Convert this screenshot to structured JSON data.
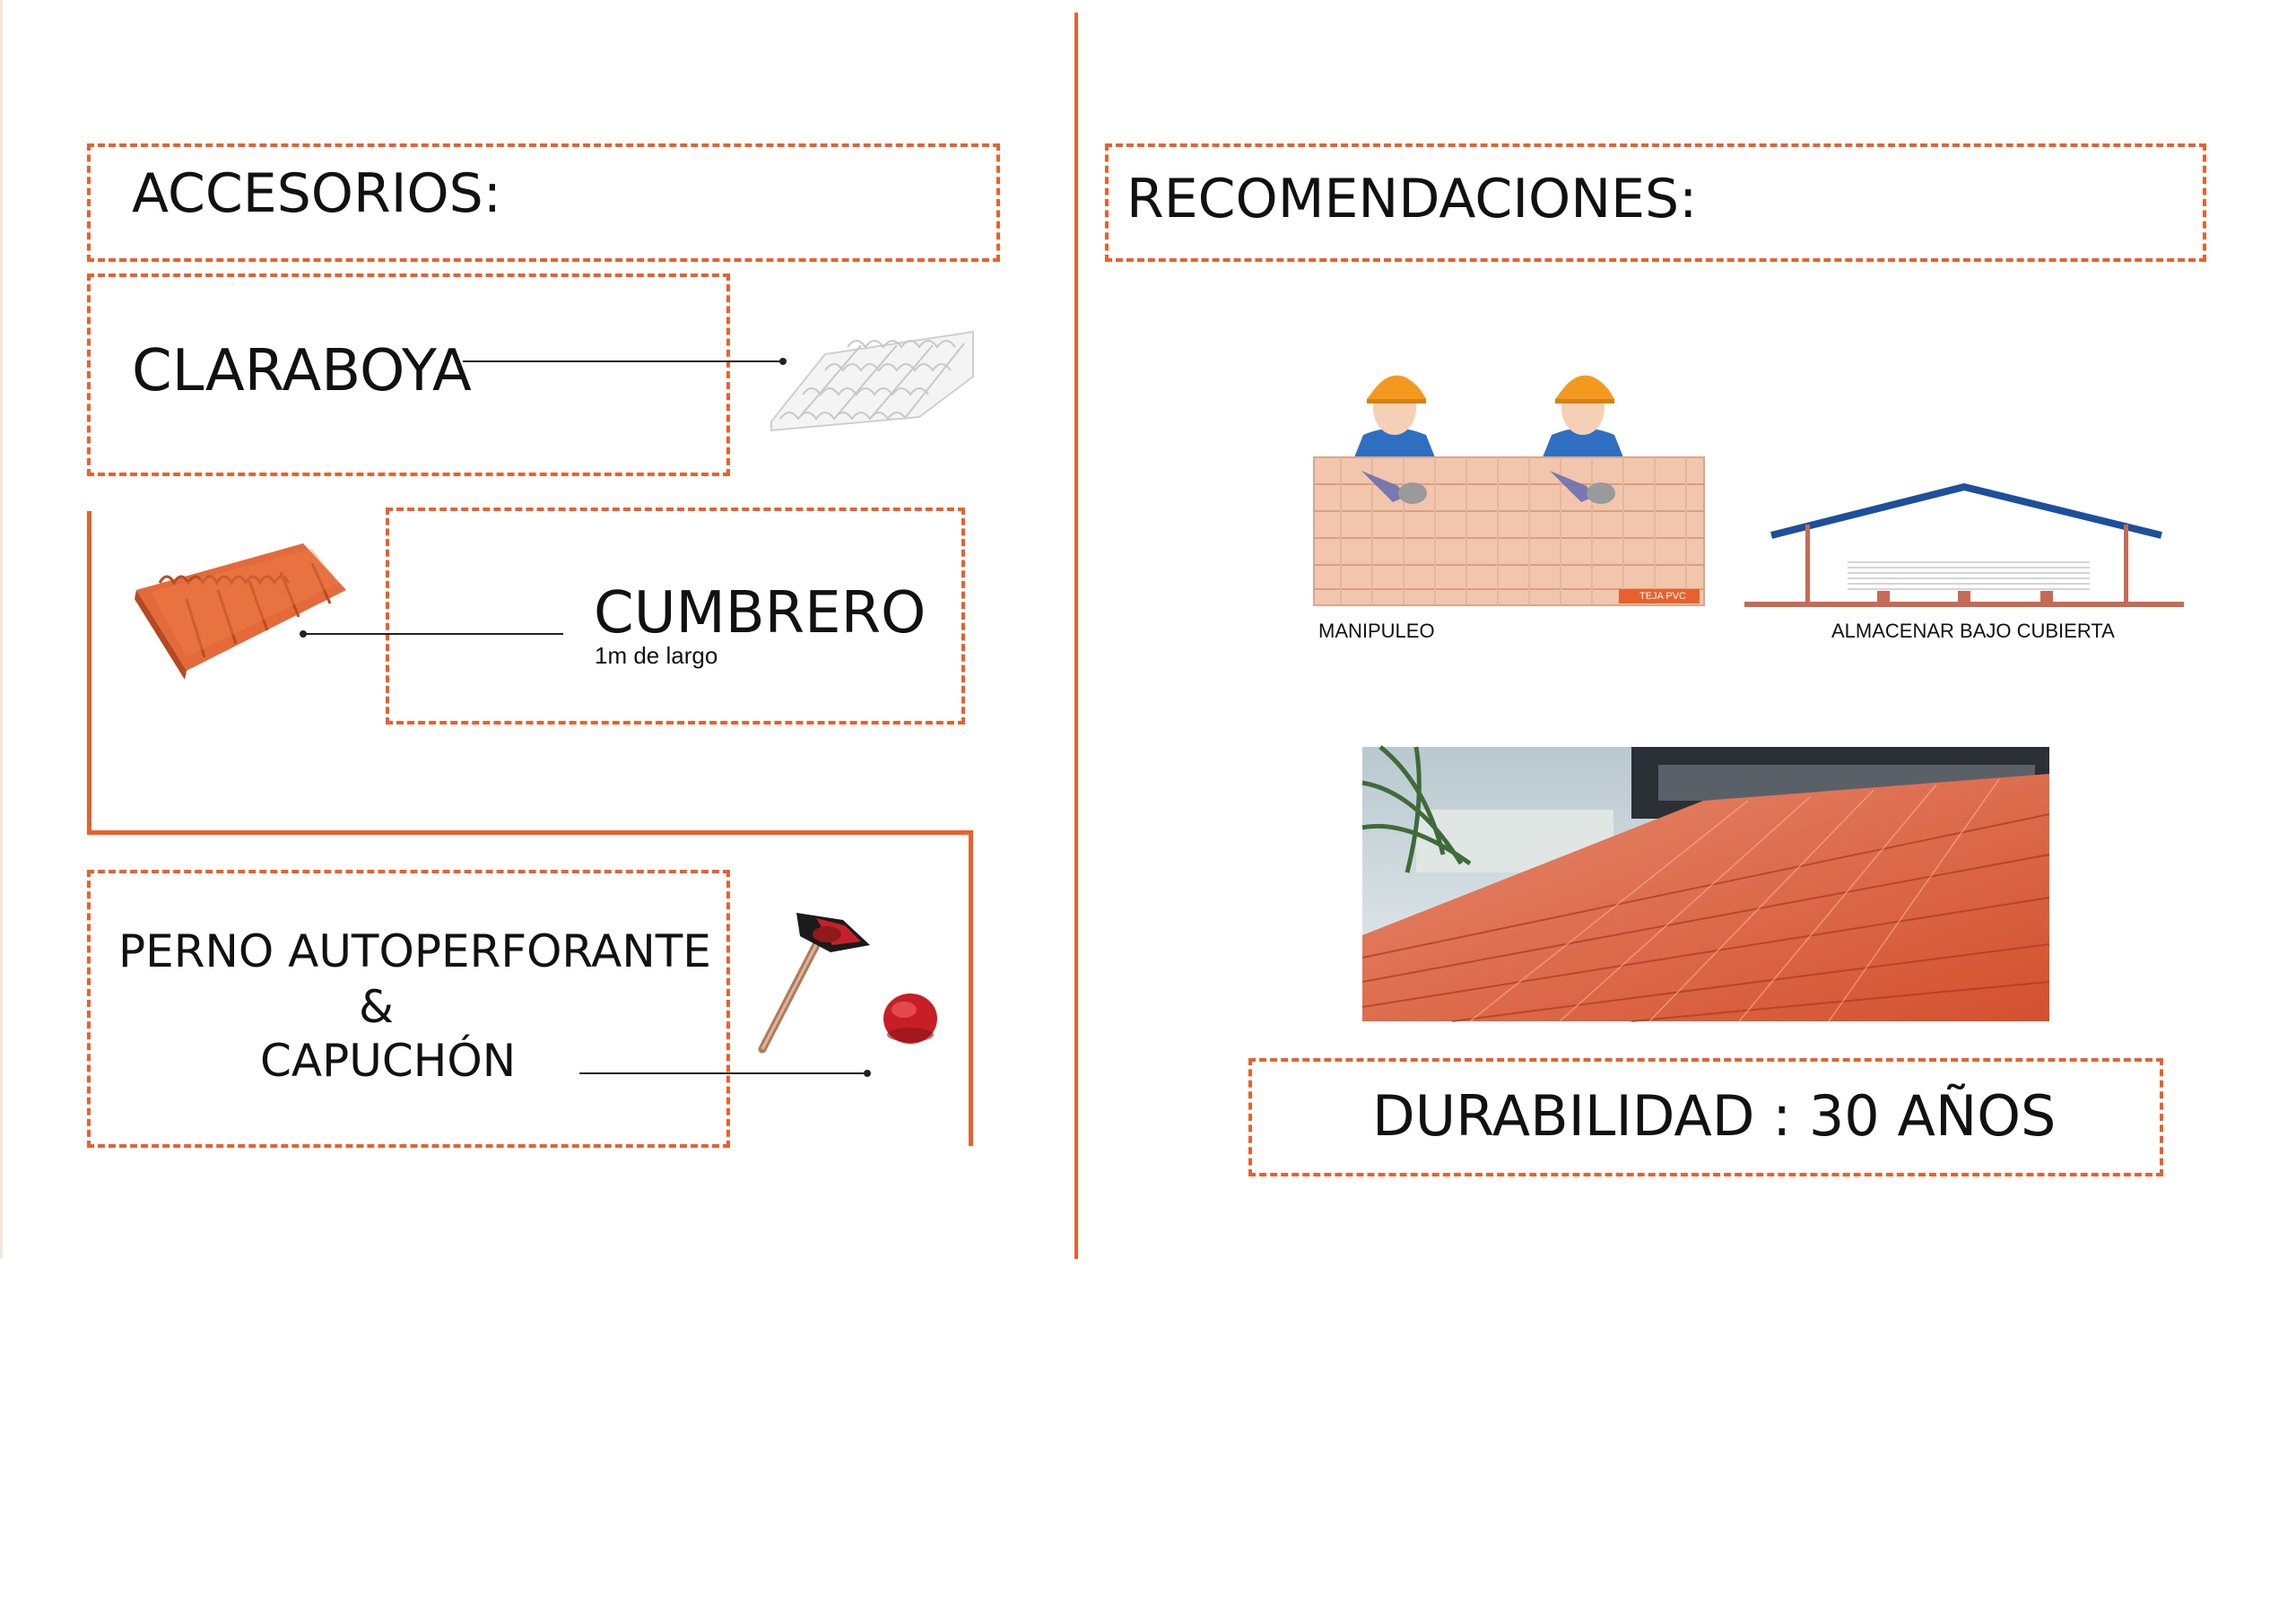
{
  "accesorios": {
    "title": "ACCESORIOS:",
    "claraboya": {
      "label": "CLARABOYA"
    },
    "cumbrero": {
      "label": "CUMBRERO",
      "sub": "1m de largo"
    },
    "perno": {
      "line1": "PERNO AUTOPERFORANTE",
      "line2": "&",
      "line3": "CAPUCHÓN"
    }
  },
  "recomendaciones": {
    "title": "RECOMENDACIONES:",
    "manipuleo_caption": "MANIPULEO",
    "tile_tag": "TEJA PVC",
    "almacenar_caption": "ALMACENAR BAJO CUBIERTA",
    "durabilidad": "DURABILIDAD : 30 AÑOS"
  },
  "colors": {
    "accent": "#e8612d",
    "tile_orange": "#e36a3a",
    "roof_blue": "#1d4f9c"
  },
  "icons": [
    "skylight-tile-icon",
    "ridge-tile-icon",
    "self-drilling-screw-icon",
    "cap-icon",
    "worker-icon",
    "storage-shed-icon",
    "roof-photo"
  ]
}
